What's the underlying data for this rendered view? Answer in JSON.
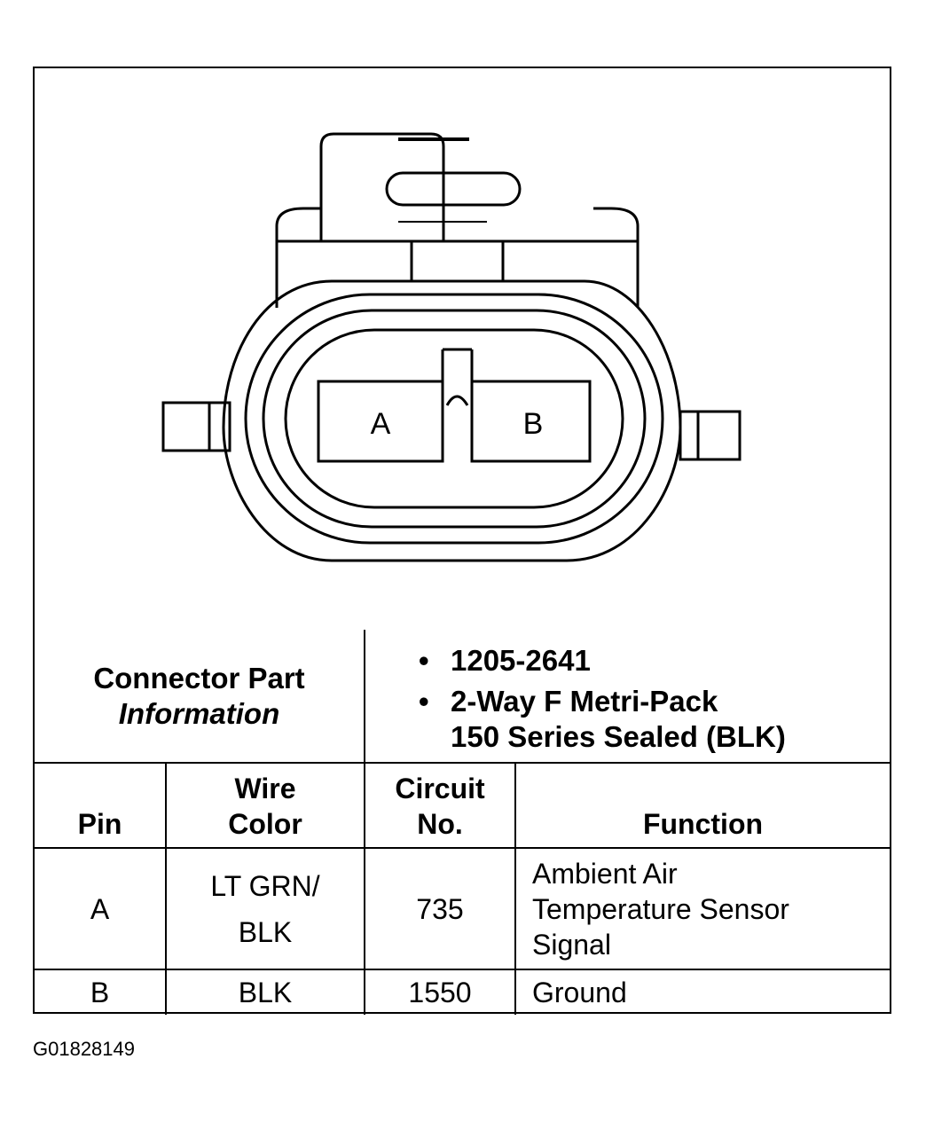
{
  "connector": {
    "pins": [
      "A",
      "B"
    ]
  },
  "part_info": {
    "label_line1": "Connector Part",
    "label_line2": "Information",
    "items": [
      "1205-2641",
      "2-Way F Metri-Pack"
    ],
    "item2_line2": "150 Series Sealed (BLK)"
  },
  "table": {
    "headers": {
      "pin": "Pin",
      "wire_line1": "Wire",
      "wire_line2": "Color",
      "circuit_line1": "Circuit",
      "circuit_line2": "No.",
      "function": "Function"
    },
    "rows": [
      {
        "pin": "A",
        "wire_line1": "LT GRN/",
        "wire_line2": "BLK",
        "circuit": "735",
        "function_line1": "Ambient Air",
        "function_line2": "Temperature Sensor",
        "function_line3": "Signal"
      },
      {
        "pin": "B",
        "wire": "BLK",
        "circuit": "1550",
        "function": "Ground"
      }
    ]
  },
  "figure_id": "G01828149"
}
